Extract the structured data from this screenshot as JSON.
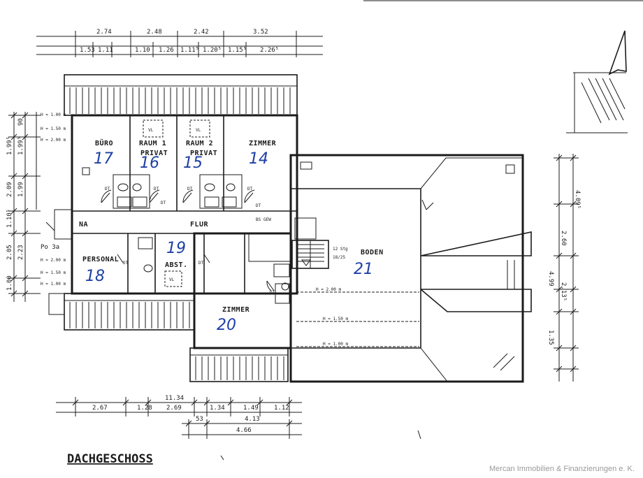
{
  "title": "DACHGESCHOSS",
  "watermark": "Mercan Immobilien & Finanzierungen e. K.",
  "rooms": [
    {
      "id": "buero",
      "label": "BÜRO",
      "number": "17"
    },
    {
      "id": "raum1",
      "label": "RAUM 1",
      "sublabel": "PRIVAT",
      "number": "16"
    },
    {
      "id": "raum2",
      "label": "RAUM 2",
      "sublabel": "PRIVAT",
      "number": "15"
    },
    {
      "id": "zimmer14",
      "label": "ZIMMER",
      "number": "14"
    },
    {
      "id": "personal",
      "label": "PERSONAL",
      "number": "18"
    },
    {
      "id": "abst",
      "label": "ABST.",
      "number": "19"
    },
    {
      "id": "zimmer20",
      "label": "ZIMMER",
      "number": "20"
    },
    {
      "id": "boden",
      "label": "BODEN",
      "number": "21"
    },
    {
      "id": "flur",
      "label": "FLUR"
    },
    {
      "id": "na",
      "label": "NA"
    }
  ],
  "stair_note": "12 Stg",
  "stair_ratio": "18/25",
  "height_marks": {
    "h200": "H = 2.00 m",
    "h150": "H = 1.50 m",
    "h100": "H = 1.00 m"
  },
  "marks": {
    "vl": "VL",
    "dt": "DT",
    "bs": "BS",
    "gew": "GEW"
  },
  "top_dims_row1": [
    "2.74",
    "2.48",
    "2.42",
    "3.52"
  ],
  "top_dims_row2": [
    "1.53",
    "1.11",
    "1.10",
    "1.26",
    "1.11⁵",
    "1.20⁵",
    "1.15⁵",
    "2.26⁵"
  ],
  "bottom_dims_row1": [
    "2.67",
    "1.28",
    "2.69",
    "1.34",
    "1.49",
    "1.12"
  ],
  "bottom_total": "11.34",
  "bottom_dims_row2": [
    "53",
    "4.13"
  ],
  "bottom_dims_row3": [
    "4.66"
  ],
  "left_dims_outer": [
    "1.99⁵",
    "2.09",
    "1.10⁵",
    "2.05",
    "1.00"
  ],
  "left_dims_inner": [
    "90",
    "1.99⁵",
    "1.99",
    "2.23"
  ],
  "right_dims": [
    "4.09⁵",
    "2.60",
    "4.99",
    "2.13⁵",
    "1.35"
  ],
  "side_note": "Po 3a"
}
